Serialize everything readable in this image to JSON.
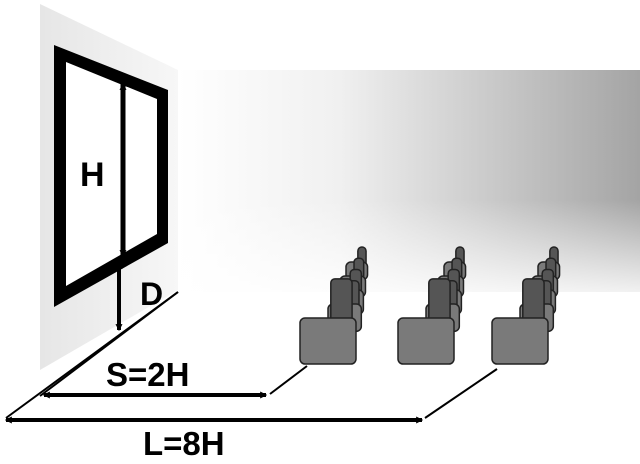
{
  "labels": {
    "screen_height": "H",
    "screen_offset": "D",
    "min_distance": "S=2H",
    "max_distance": "L=8H"
  },
  "seat_groups": 3,
  "colors": {
    "wall": "#e9e9e9",
    "wall_shadow": "#9a9a9a",
    "line": "#000000",
    "seat": "#7a7a7a",
    "seat_dark": "#555555"
  }
}
